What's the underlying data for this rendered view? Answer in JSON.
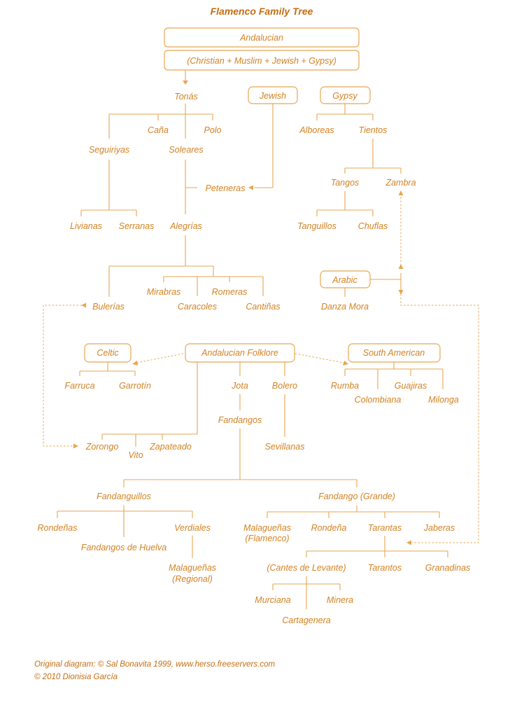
{
  "title": "Flamenco Family Tree",
  "nodes": {
    "andalucian": "Andalucian",
    "mix": "(Christian + Muslim + Jewish + Gypsy)",
    "tonas": "Tonás",
    "jewish": "Jewish",
    "gypsy": "Gypsy",
    "cana": "Caña",
    "polo": "Polo",
    "alboreas": "Alboreas",
    "tientos": "Tientos",
    "seguiriyas": "Seguiriyas",
    "soleares": "Soleares",
    "peteneras": "Peteneras",
    "tangos": "Tangos",
    "zambra": "Zambra",
    "livianas": "Livianas",
    "serranas": "Serranas",
    "alegrias": "Alegrías",
    "tanguillos": "Tanguillos",
    "chuflas": "Chuflas",
    "arabic": "Arabic",
    "mirabras": "Mirabras",
    "romeras": "Romeras",
    "bulerias": "Bulerías",
    "caracoles": "Caracoles",
    "cantinas": "Cantiñas",
    "danza_mora": "Danza Mora",
    "celtic": "Celtic",
    "andalucian_folklore": "Andalucian Folklore",
    "south_american": "South American",
    "farruca": "Farruca",
    "garrotin": "Garrotín",
    "jota": "Jota",
    "bolero": "Bolero",
    "rumba": "Rumba",
    "guajiras": "Guajiras",
    "colombiana": "Colombiana",
    "milonga": "Milonga",
    "fandangos": "Fandangos",
    "zorongo": "Zorongo",
    "vito": "Vito",
    "zapateado": "Zapateado",
    "sevillanas": "Sevillanas",
    "fandanguillos": "Fandanguillos",
    "fandango_grande": "Fandango (Grande)",
    "rondenas": "Rondeñas",
    "verdiales": "Verdiales",
    "fandangos_huelva": "Fandangos de Huelva",
    "malaguenas_flamenco_1": "Malagueñas",
    "malaguenas_flamenco_2": "(Flamenco)",
    "rondena": "Rondeña",
    "tarantas": "Tarantas",
    "jaberas": "Jaberas",
    "malaguenas_regional_1": "Malagueñas",
    "malaguenas_regional_2": "(Regional)",
    "cantes_levante": "(Cantes de Levante)",
    "tarantos": "Tarantos",
    "granadinas": "Granadinas",
    "murciana": "Murciana",
    "minera": "Minera",
    "cartagenera": "Cartagenera"
  },
  "credits": {
    "original": "Original diagram: © Sal Bonavita 1999, www.herso.freeservers.com",
    "copyright": "© 2010 Dionisia García"
  },
  "colors": {
    "text": "#d38222",
    "title": "#c56d10",
    "line": "#e8a650"
  }
}
